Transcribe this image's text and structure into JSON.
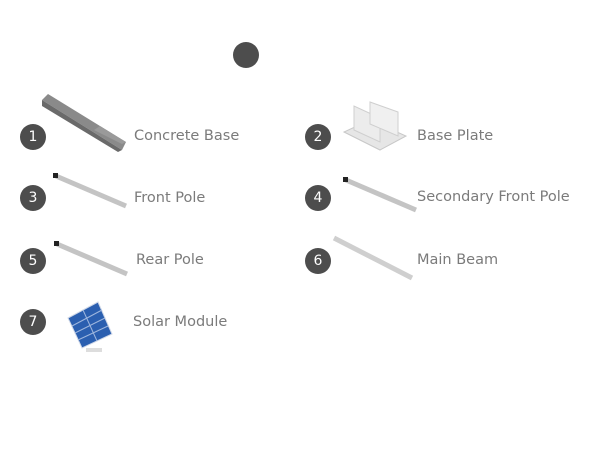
{
  "parts": [
    {
      "number": "1",
      "name": "Concrete Base"
    },
    {
      "number": "2",
      "name": "Base Plate"
    },
    {
      "number": "3",
      "name": "Front Pole"
    },
    {
      "number": "4",
      "name": "Secondary Front Pole"
    },
    {
      "number": "5",
      "name": "Rear Pole"
    },
    {
      "number": "6",
      "name": "Main Beam"
    },
    {
      "number": "7",
      "name": "Solar Module"
    }
  ],
  "colors": {
    "badge": "#4d4d4d",
    "label": "#7b7b7b",
    "panel": "#2b5fb0"
  }
}
